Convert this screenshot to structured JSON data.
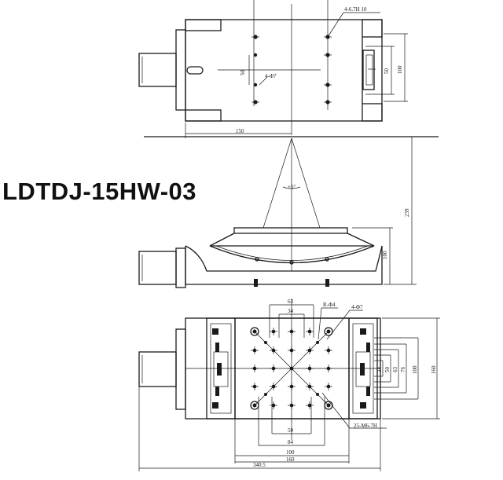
{
  "title": "LDTDJ-15HW-03",
  "top_view": {
    "hole_callout": "4-6.7H 10",
    "pin_callout": "4-Φ7",
    "dims": {
      "width": "150",
      "inner_height": "50",
      "outer_height": "100",
      "small_height": "50"
    }
  },
  "side_view": {
    "dims": {
      "overall_height": "239",
      "body_height": "100",
      "angle": "±5°"
    }
  },
  "bottom_view": {
    "callouts": {
      "tolerance": "R-Φ4",
      "pin": "4-Φ7",
      "threads": "25-M6-7H"
    },
    "dims": {
      "top_outer": "63",
      "top_inner": "34",
      "bottom_50": "50",
      "bottom_84": "84",
      "bottom_100": "100",
      "bottom_160": "160",
      "overall": "340.5",
      "right_34": "34",
      "right_50": "50",
      "right_63": "63",
      "right_76": "76",
      "right_100": "100",
      "right_160": "160"
    }
  }
}
